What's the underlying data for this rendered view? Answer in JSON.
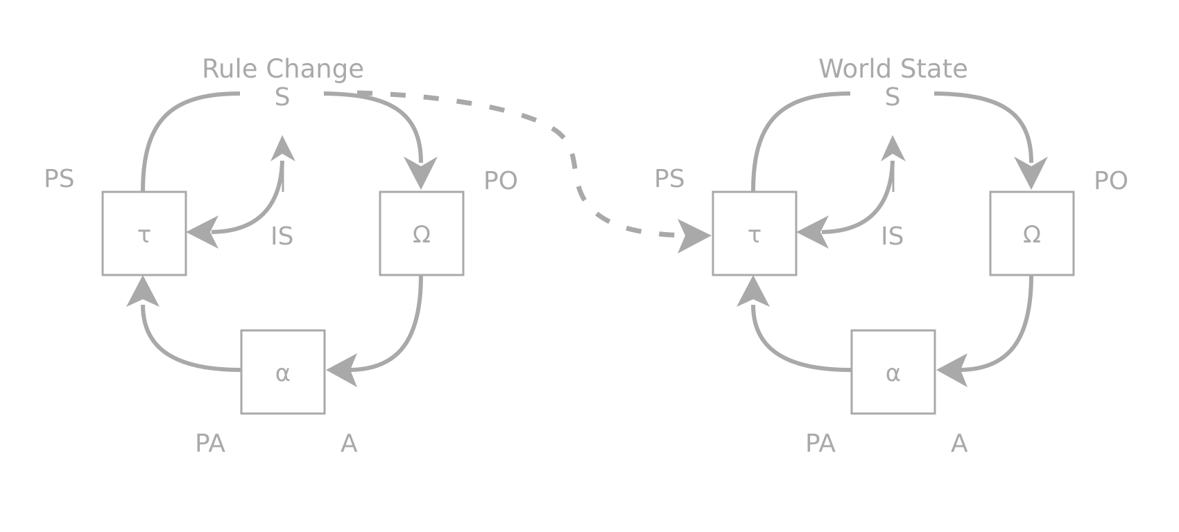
{
  "diagram": {
    "colors": {
      "line": "#a9a9a9",
      "background": "#ffffff"
    },
    "panels": [
      {
        "id": "left",
        "title": "Rule Change",
        "nodes": {
          "state": "S",
          "transition": "τ",
          "observation": "Ω",
          "action": "α"
        },
        "edge_labels": {
          "ps": "PS",
          "po": "PO",
          "is": "IS",
          "pa": "PA",
          "a": "A"
        }
      },
      {
        "id": "right",
        "title": "World State",
        "nodes": {
          "state": "S",
          "transition": "τ",
          "observation": "Ω",
          "action": "α"
        },
        "edge_labels": {
          "ps": "PS",
          "po": "PO",
          "is": "IS",
          "pa": "PA",
          "a": "A"
        }
      }
    ],
    "edges": [
      {
        "from": "transition",
        "to": "state",
        "label": "PS",
        "style": "solid"
      },
      {
        "from": "state",
        "to": "observation",
        "label": "PO",
        "style": "solid",
        "arrow": true
      },
      {
        "from": "observation",
        "to": "action",
        "label": "A",
        "style": "solid",
        "arrow": true
      },
      {
        "from": "action",
        "to": "transition",
        "label": "PA",
        "style": "solid",
        "arrow": true
      },
      {
        "from": "state",
        "to": "transition",
        "label": "IS",
        "style": "solid",
        "bidirectional": true
      }
    ],
    "cross_link": {
      "from": "left.state",
      "to": "right.transition",
      "style": "dashed",
      "arrow": true
    }
  }
}
